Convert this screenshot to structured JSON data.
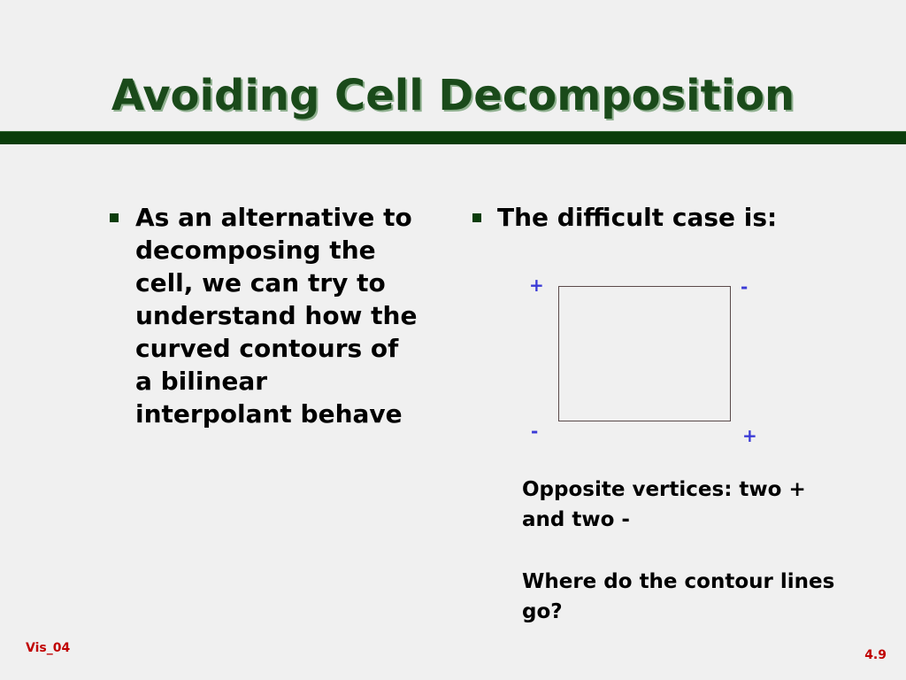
{
  "slide": {
    "title": "Avoiding Cell Decomposition",
    "left_bullet": "As an alternative to\ndecomposing the\ncell, we can try to\nunderstand how the\ncurved contours of\na bilinear\ninterpolant behave",
    "right_bullet": "The difficult case is:",
    "vertex_signs": {
      "top_left": "+",
      "top_right": "-",
      "bottom_left": "-",
      "bottom_right": "+"
    },
    "caption_1": "Opposite vertices: two + and two -",
    "caption_2": "Where do the contour lines go?",
    "footer_left": "Vis_04",
    "footer_right": "4.9"
  },
  "colors": {
    "background": "#f0f0f0",
    "title": "#1a4a1a",
    "rule": "#0b3d0b",
    "signs": "#3b3bd6",
    "footer": "#c00000"
  }
}
